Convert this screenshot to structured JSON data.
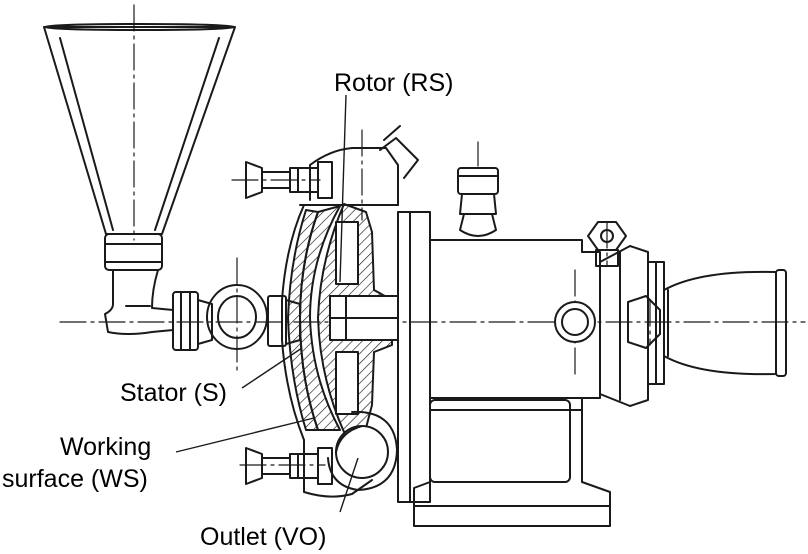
{
  "labels": {
    "rotor": "Rotor (RS)",
    "stator": "Stator (S)",
    "working_surface_line1": "Working",
    "working_surface_line2": "surface (WS)",
    "outlet": "Outlet (VO)"
  },
  "colors": {
    "line": "#1a1a1a",
    "background": "#ffffff"
  }
}
